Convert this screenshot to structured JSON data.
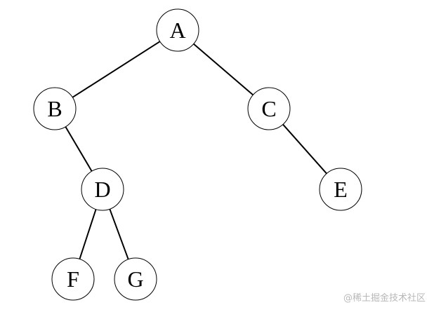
{
  "diagram": {
    "type": "binary-tree",
    "nodes": [
      {
        "id": "A",
        "label": "A"
      },
      {
        "id": "B",
        "label": "B"
      },
      {
        "id": "C",
        "label": "C"
      },
      {
        "id": "D",
        "label": "D"
      },
      {
        "id": "E",
        "label": "E"
      },
      {
        "id": "F",
        "label": "F"
      },
      {
        "id": "G",
        "label": "G"
      }
    ],
    "edges": [
      {
        "from": "A",
        "to": "B"
      },
      {
        "from": "A",
        "to": "C"
      },
      {
        "from": "B",
        "to": "D"
      },
      {
        "from": "C",
        "to": "E"
      },
      {
        "from": "D",
        "to": "F"
      },
      {
        "from": "D",
        "to": "G"
      }
    ]
  },
  "watermark": {
    "text": "@稀土掘金技术社区"
  }
}
